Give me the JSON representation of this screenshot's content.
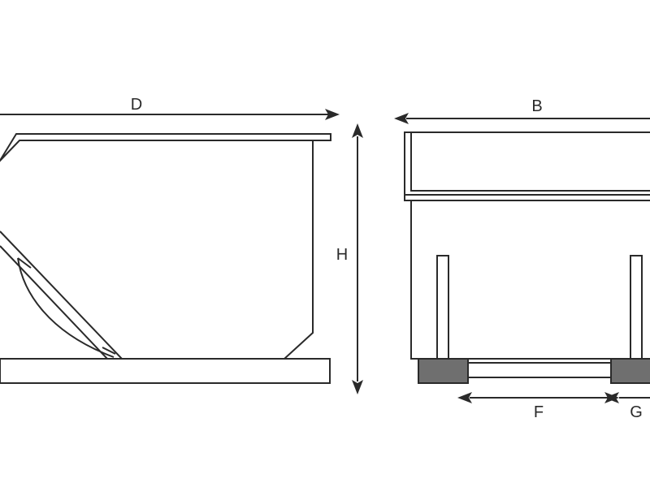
{
  "dimensions": {
    "depth": "D",
    "width": "B",
    "height": "H",
    "fork_spacing": "F",
    "fork_width": "G"
  }
}
